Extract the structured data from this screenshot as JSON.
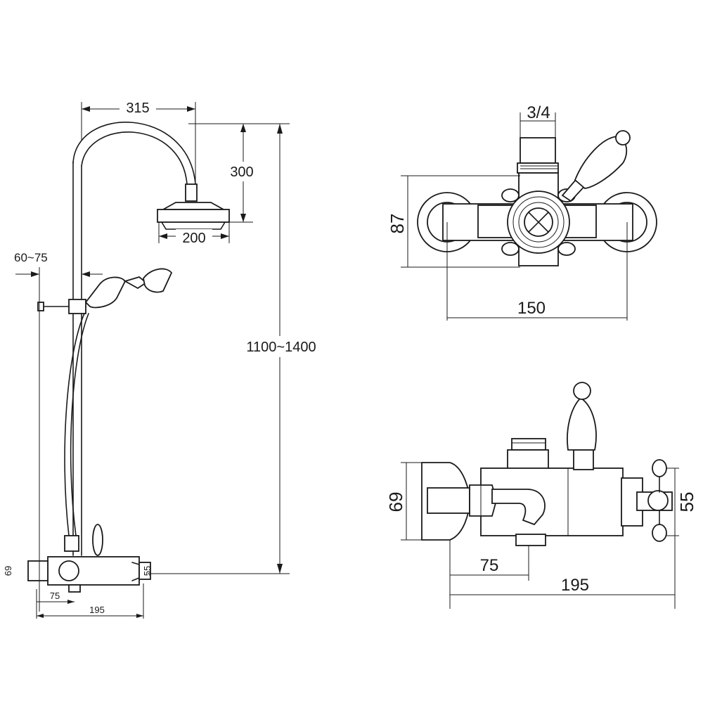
{
  "dimensions": {
    "arm_reach": "315",
    "arm_drop": "300",
    "head_diameter": "200",
    "wall_offset": "60~75",
    "total_height": "1100~1400",
    "inlet_thread": "3/4",
    "top_depth": "87",
    "inlet_centres": "150",
    "front_height": "69",
    "outlet_offset": "75",
    "body_length": "195",
    "valve_height": "55",
    "small_front_height": "69",
    "small_outlet_offset": "75",
    "small_body_length": "195",
    "small_valve_height": "55"
  },
  "colors": {
    "ink": "#1a1a1a",
    "paper": "#ffffff"
  }
}
